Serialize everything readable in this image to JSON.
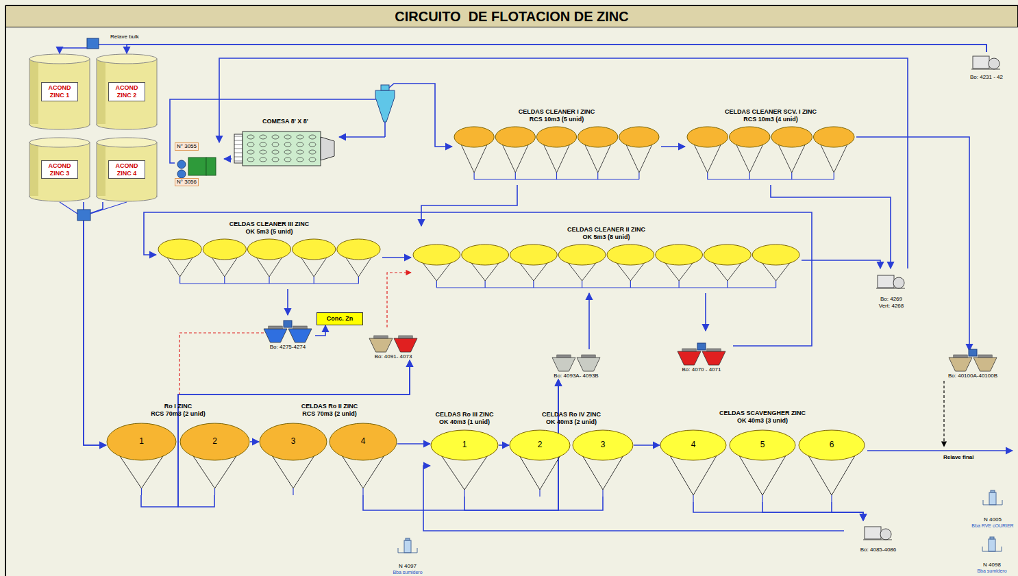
{
  "diagram": {
    "title": "CIRCUITO  DE FLOTACION DE ZINC",
    "nodes": [
      {
        "text": [
          "ACOND ZINC 1"
        ]
      },
      {
        "text": [
          "ACOND ZINC 2"
        ]
      },
      {
        "text": [
          "ACOND ZINC 3"
        ]
      },
      {
        "text": [
          "ACOND ZINC 4"
        ]
      },
      {
        "text": [
          "COMESA 8' X 8'"
        ]
      },
      {
        "text": [
          "N° 3055",
          "N° 3056"
        ]
      },
      {
        "text": [
          "CELDAS CLEANER I ZINC",
          "RCS 10m3 (5 unid)"
        ]
      },
      {
        "text": [
          "CELDAS CLEANER SCV. I ZINC",
          "RCS 10m3 (4 unid)"
        ]
      },
      {
        "text": [
          "CELDAS CLEANER III ZINC",
          "OK 5m3 (5 unid)"
        ]
      },
      {
        "text": [
          "CELDAS CLEANER II ZINC",
          "OK 5m3 (8 unid)"
        ]
      },
      {
        "text": [
          "Bo: 4269",
          "Vert: 4268"
        ]
      },
      {
        "text": [
          "Conc. Zn"
        ]
      },
      {
        "text": [
          "Bo: 4275-4274"
        ]
      },
      {
        "text": [
          "Bo: 4091- 4073"
        ]
      },
      {
        "text": [
          "Bo: 4093A- 4093B"
        ]
      },
      {
        "text": [
          "Bo: 4070 - 4071"
        ]
      },
      {
        "text": [
          "Bo: 40100A-40100B"
        ]
      },
      {
        "text": [
          "Bo: 4231 - 42"
        ]
      },
      {
        "text": [
          "Ro I ZINC",
          "RCS 70m3 (2 unid)"
        ]
      },
      {
        "text": [
          "1"
        ],
        "in": 18
      },
      {
        "text": [
          "2"
        ],
        "in": 18
      },
      {
        "text": [
          "CELDAS Ro II ZINC",
          "RCS 70m3 (2 unid)"
        ]
      },
      {
        "text": [
          "3"
        ],
        "in": 21
      },
      {
        "text": [
          "4"
        ],
        "in": 21
      },
      {
        "text": [
          "CELDAS Ro III ZINC",
          "OK 40m3 (1 unid)"
        ]
      },
      {
        "text": [
          "1"
        ],
        "in": 24
      },
      {
        "text": [
          "CELDAS Ro IV ZINC",
          "OK 40m3 (2 unid)"
        ]
      },
      {
        "text": [
          "2"
        ],
        "in": 26
      },
      {
        "text": [
          "3"
        ],
        "in": 26
      },
      {
        "text": [
          "CELDAS SCAVENGHER ZINC",
          "OK 40m3 (3 unid)"
        ]
      },
      {
        "text": [
          "4"
        ],
        "in": 29
      },
      {
        "text": [
          "5"
        ],
        "in": 29
      },
      {
        "text": [
          "6"
        ],
        "in": 29
      },
      {
        "text": [
          "Bo: 4085-4086"
        ]
      },
      {
        "text": [
          "N 4005",
          "Bba RVE cOURIER"
        ]
      },
      {
        "text": [
          "N 4097",
          "Bba sumidero"
        ]
      },
      {
        "text": [
          "N 4098",
          "Bba sumidero"
        ]
      }
    ],
    "edges": [
      {
        "from": 17,
        "to": 0,
        "arrow": "to"
      },
      {
        "from": 17,
        "to": 1,
        "arrow": "to"
      },
      {
        "from": 2,
        "to": 19,
        "arrow": "to"
      },
      {
        "from": 3,
        "to": 19,
        "arrow": "to"
      },
      {
        "from": 20,
        "to": 22,
        "arrow": "to"
      },
      {
        "from": 23,
        "to": 25,
        "arrow": "to"
      },
      {
        "from": 25,
        "to": 27,
        "arrow": "to"
      },
      {
        "from": 28,
        "to": 30,
        "arrow": "to"
      },
      {
        "from": 19,
        "to": 13,
        "arrow": "to"
      },
      {
        "from": 20,
        "to": 13,
        "arrow": "to"
      },
      {
        "from": 13,
        "to": 9,
        "arrow": "to"
      },
      {
        "from": 23,
        "to": 14,
        "arrow": "to"
      },
      {
        "from": 25,
        "to": 14,
        "arrow": "to"
      },
      {
        "from": 28,
        "to": 14,
        "arrow": "to"
      },
      {
        "from": 14,
        "to": 9,
        "arrow": "to"
      },
      {
        "from": 30,
        "to": 33,
        "arrow": "to"
      },
      {
        "from": 31,
        "to": 33,
        "arrow": "to"
      },
      {
        "from": 32,
        "to": 33,
        "arrow": "to"
      },
      {
        "from": 33,
        "to": 25,
        "arrow": "to"
      },
      {
        "from": 9,
        "to": 15,
        "arrow": "to"
      },
      {
        "from": 15,
        "to": 8,
        "arrow": "to"
      },
      {
        "from": 9,
        "to": 10,
        "arrow": "to"
      },
      {
        "from": 8,
        "to": 12,
        "arrow": "to"
      },
      {
        "from": 12,
        "to": 11,
        "arrow": "to"
      },
      {
        "from": 8,
        "to": 9,
        "arrow": "to"
      },
      {
        "from": 6,
        "to": 9,
        "arrow": "to"
      },
      {
        "from": 6,
        "to": 7,
        "arrow": "to"
      },
      {
        "from": 7,
        "to": 16,
        "arrow": "to"
      },
      {
        "from": 7,
        "to": 10,
        "arrow": "to"
      },
      {
        "from": 10,
        "to": 5,
        "arrow": "to"
      },
      {
        "from": 4,
        "to": 5,
        "arrow": "to"
      },
      {
        "from": 5,
        "to": 6,
        "arrow": "to"
      }
    ],
    "labels": [
      "Relave bulk",
      "Relave final"
    ]
  }
}
